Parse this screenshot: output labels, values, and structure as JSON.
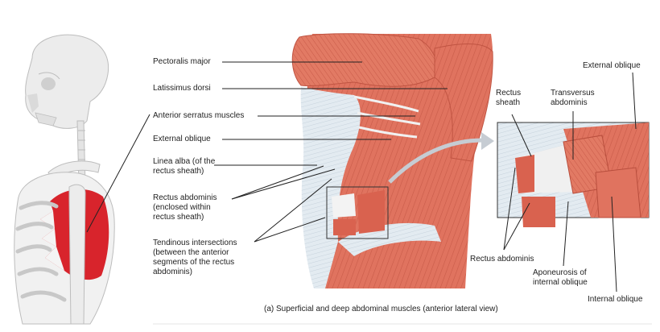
{
  "labels": {
    "pectoralis_major": "Pectoralis major",
    "latissimus_dorsi": "Latissimus dorsi",
    "anterior_serratus": "Anterior serratus muscles",
    "external_oblique": "External oblique",
    "linea_alba_1": "Linea alba (of the",
    "linea_alba_2": "rectus sheath)",
    "rectus_abdominis_1": "Rectus abdominis",
    "rectus_abdominis_2": "(enclosed within",
    "rectus_abdominis_3": "rectus sheath)",
    "tendinous_1": "Tendinous intersections",
    "tendinous_2": "(between the anterior",
    "tendinous_3": "segments of the rectus",
    "tendinous_4": "abdominis)"
  },
  "inset_labels": {
    "rectus_sheath_1": "Rectus",
    "rectus_sheath_2": "sheath",
    "transversus_1": "Transversus",
    "transversus_2": "abdominis",
    "external_oblique": "External oblique",
    "rectus_abdominis": "Rectus abdominis",
    "aponeurosis_1": "Aponeurosis of",
    "aponeurosis_2": "internal oblique",
    "internal_oblique": "Internal oblique"
  },
  "caption": "(a) Superficial and deep abdominal muscles (anterior lateral view)",
  "colors": {
    "muscle": "#e0735f",
    "muscle_dark": "#c85a48",
    "fascia": "#dfe7ee",
    "bone": "#e8e8e8",
    "highlight": "#d8242c",
    "leader": "#222222"
  }
}
